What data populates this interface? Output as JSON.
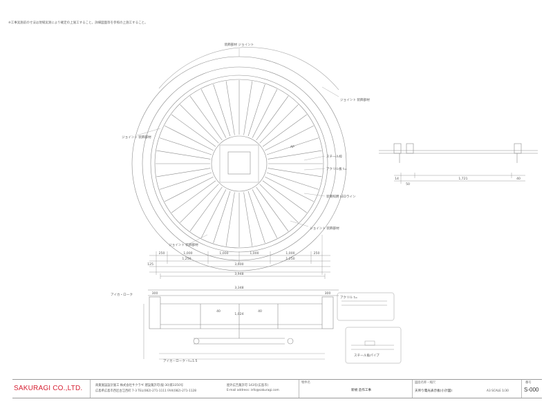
{
  "header": {
    "note": "※工事実施前の寸法は現場実測により確定の上施工すること。詳細図面等を参照の上施工すること。"
  },
  "plan_labels": {
    "joint_top": "装飾部材 ジョイント",
    "joint_right_top": "ジョイント 装飾部材",
    "joint_left": "ジョイント 装飾部材",
    "steel_frame": "スチール枠",
    "acrylic": "アクリル板 t=",
    "led": "装飾照明 LEDライン",
    "anchor_note": "AP",
    "joint_right_bottom": "ジョイント 装飾部材",
    "joint_bottom_left": "ジョイント 装飾部材"
  },
  "plan_dims": {
    "d1": "250",
    "d2": "1,000",
    "d3": "1,000",
    "d4": "1,000",
    "d5": "1,000",
    "d6": "250",
    "d7": "1,250",
    "d8": "1,250",
    "d9": "3,600",
    "d10": "3,948",
    "d11": "125"
  },
  "section_labels": {
    "anchor_top": "アイカ・ローク",
    "anchor_bottom": "アイカ・ローク・t=1.5",
    "acrylic": "アクリル t=",
    "steel": "スチール角パイプ"
  },
  "section_dims": {
    "w_total": "3,348",
    "w_left": "300",
    "w_right": "300",
    "mid": "1,024",
    "h1": "40",
    "h2": "40"
  },
  "right_detail_dims": {
    "a": "14",
    "b": "50",
    "c": "1,721",
    "d": "40"
  },
  "title_block": {
    "company_logo": "SAKURAGI CO.,LTD.",
    "company_line1": "商業施設設計施工 株式会社サクラギ  建設業許可(般-30)第3350号",
    "company_line2": "広島県広島市西区古江西町 7-3  TEL(082)-271-1111  FAX(082)-271-1128",
    "company_line3": "屋外広告業許可 143号(広島市)",
    "company_email": "E-mail address: info@sakuragi.com",
    "project_label": "物件名",
    "project_value": "新規 造作工事",
    "drawing_label": "図面名称・縮尺",
    "drawing_value": "天吊り電光表示板(小計図)",
    "scale": "A3 SCALE 1/30",
    "sheet_label": "番号",
    "sheet_no": "S-000"
  }
}
